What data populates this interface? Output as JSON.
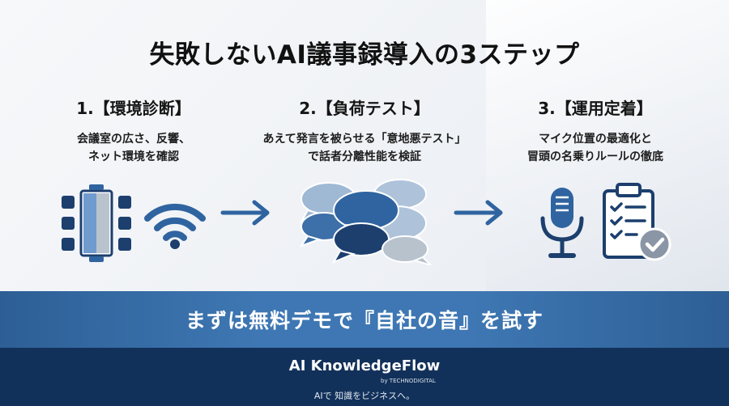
{
  "title": "失敗しないAI議事録導入の3ステップ",
  "steps": [
    {
      "heading": "1.【環境診断】",
      "lines": [
        "会議室の広さ、反響、",
        "ネット環境を確認"
      ]
    },
    {
      "heading": "2.【負荷テスト】",
      "lines": [
        "あえて発言を被らせる「意地悪テスト」",
        "で話者分離性能を検証"
      ]
    },
    {
      "heading": "3.【運用定着】",
      "lines": [
        "マイク位置の最適化と",
        "冒頭の名乗りルールの徹底"
      ]
    }
  ],
  "icons": {
    "step1": [
      "meeting-table-icon",
      "wifi-icon"
    ],
    "step2": [
      "speech-bubbles-icon"
    ],
    "step3": [
      "microphone-icon",
      "clipboard-checklist-icon"
    ],
    "connectors": [
      "arrow-right-icon",
      "arrow-right-icon"
    ]
  },
  "banner": {
    "text": "まずは無料デモで『自社の音』を試す"
  },
  "footer": {
    "brand": "AI KnowledgeFlow",
    "by": "by TECHNODIGITAL",
    "tagline": "AIで 知識をビジネスへ。"
  },
  "colors": {
    "navy": "#1c3f6e",
    "mid_blue": "#2f64a0",
    "light_blue": "#9db4cf",
    "grey": "#b3bdc9",
    "banner": "#3e77b3",
    "footer": "#12315a"
  }
}
